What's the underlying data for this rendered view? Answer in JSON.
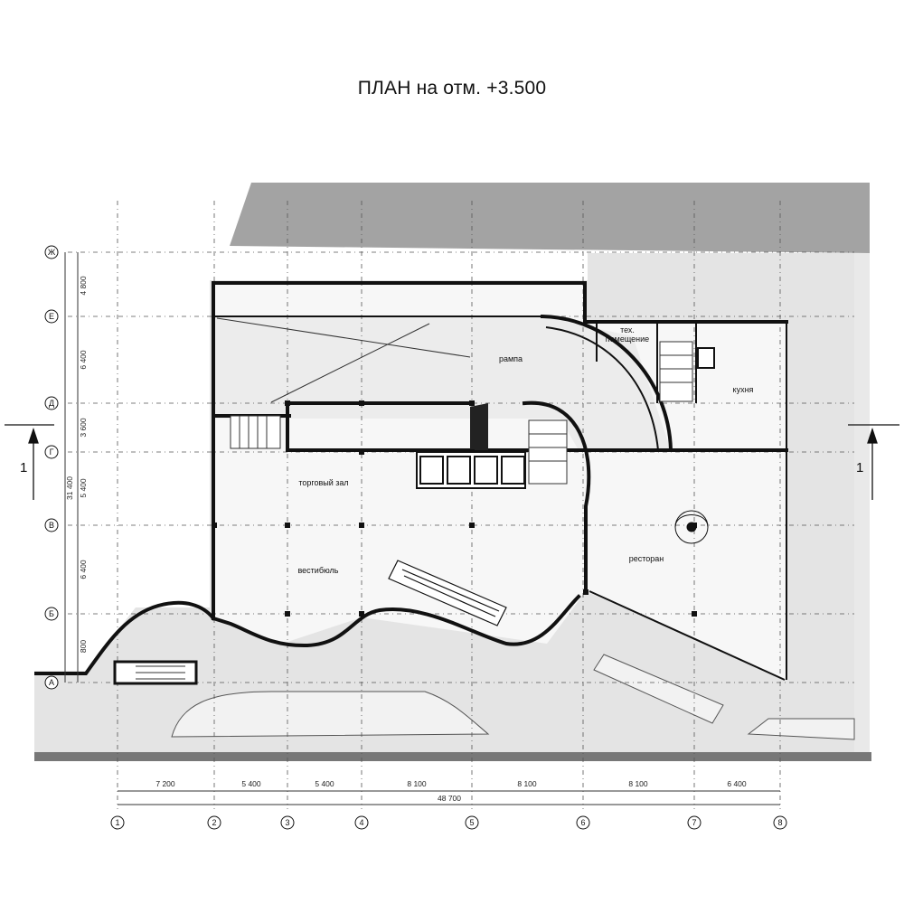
{
  "title": "ПЛАН на отм. +3.500",
  "rooms": {
    "ramp": "рампа",
    "tech": "тех.",
    "tech2": "помещение",
    "kitchen": "кухня",
    "sales_hall": "торговый зал",
    "lobby": "вестибюль",
    "restaurant": "ресторан"
  },
  "axes_letters": [
    "Ж",
    "Е",
    "Д",
    "Г",
    "В",
    "Б",
    "А"
  ],
  "axes_numbers": [
    "1",
    "2",
    "3",
    "4",
    "5",
    "6",
    "7",
    "8"
  ],
  "dims_vertical": [
    "4 800",
    "6 400",
    "3 600",
    "5 400",
    "6 400",
    "800"
  ],
  "dim_vertical_total": "31 400",
  "dims_horizontal": [
    "7 200",
    "5 400",
    "5 400",
    "8 100",
    "8 100",
    "8 100",
    "6 400"
  ],
  "dim_horizontal_total": "48 700",
  "section_mark": "1"
}
